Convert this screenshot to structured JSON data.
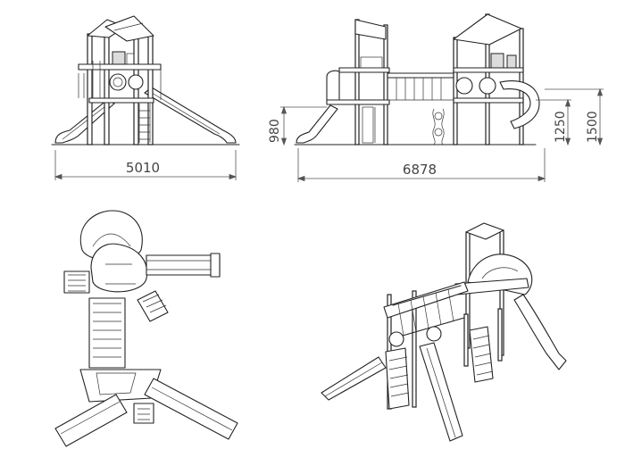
{
  "dimensions": {
    "front_width": "5010",
    "side_width": "6878",
    "platform_low": "980",
    "platform_mid": "1250",
    "platform_high": "1500"
  }
}
